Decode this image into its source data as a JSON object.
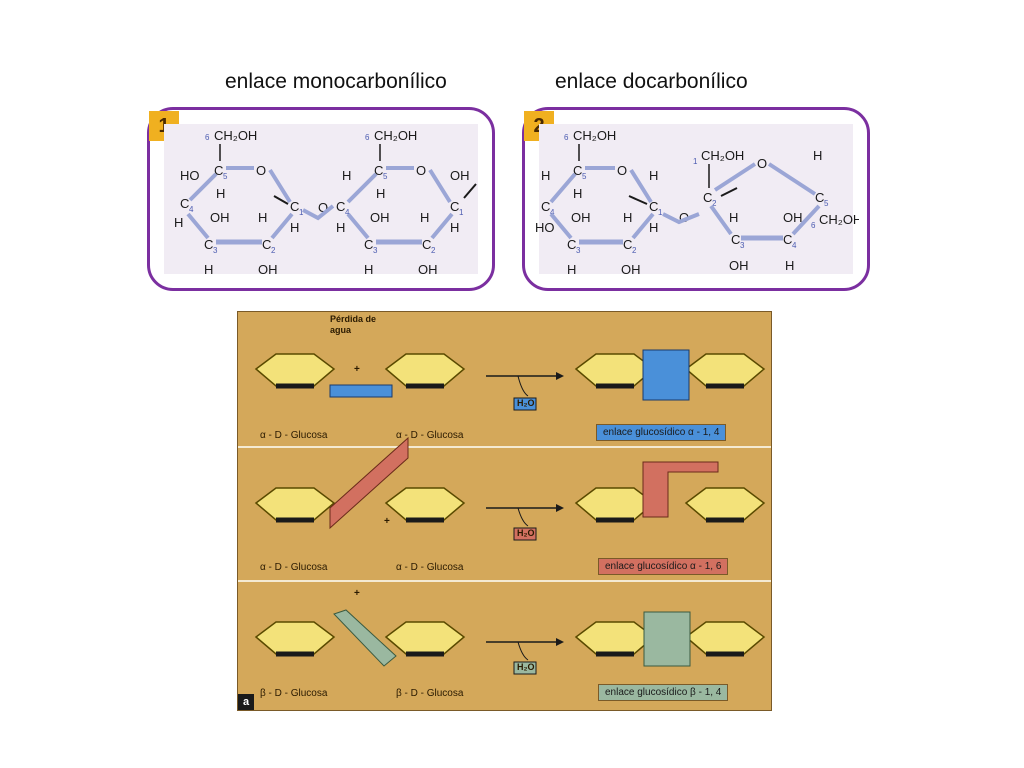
{
  "headings": {
    "left": "enlace monocarbonílico",
    "right": "enlace docarbonílico"
  },
  "panels": [
    {
      "number": "1"
    },
    {
      "number": "2"
    }
  ],
  "lower_figure": {
    "water_loss_label_line1": "Pérdida de",
    "water_loss_label_line2": "agua",
    "rows": [
      {
        "left_caption": "α - D - Glucosa",
        "right_caption": "α - D - Glucosa",
        "water": "H₂O",
        "bond_label": "enlace glucosídico α - 1, 4",
        "color": "#4a90d9"
      },
      {
        "left_caption": "α - D - Glucosa",
        "right_caption": "α - D - Glucosa",
        "water": "H₂O",
        "bond_label": "enlace glucosídico α - 1, 6",
        "color": "#d27060"
      },
      {
        "left_caption": "β - D - Glucosa",
        "right_caption": "β - D - Glucosa",
        "water": "H₂O",
        "bond_label": "enlace glucosídico β - 1, 4",
        "color": "#9ab8a0"
      }
    ],
    "corner_label": "a",
    "plus_sign": "+"
  },
  "colors": {
    "panel_border": "#7b2fa0",
    "badge": "#f0b020",
    "ring_fill": "#f3e27a",
    "background_panel": "#d4a85a"
  }
}
